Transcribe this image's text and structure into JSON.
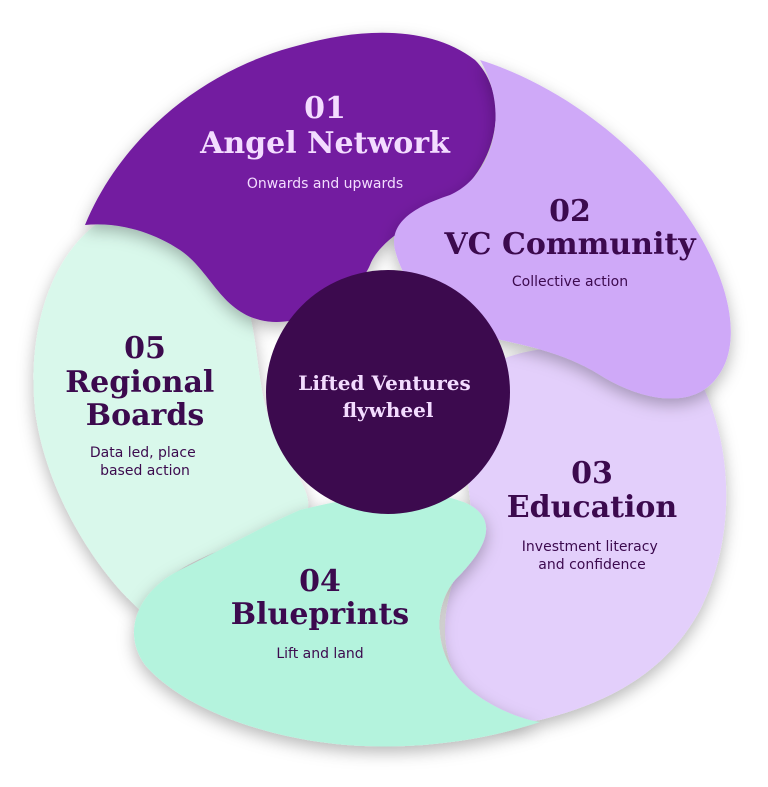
{
  "center": {
    "line1": "Lifted Ventures",
    "line2": "flywheel"
  },
  "segments": [
    {
      "number": "01",
      "title": "Angel Network",
      "tagline": [
        "Onwards and upwards"
      ]
    },
    {
      "number": "02",
      "title": "VC Community",
      "tagline": [
        "Collective action"
      ]
    },
    {
      "number": "03",
      "title": "Education",
      "tagline": [
        "Investment literacy",
        "and confidence"
      ]
    },
    {
      "number": "04",
      "title": "Blueprints",
      "tagline": [
        "Lift and land"
      ]
    },
    {
      "number": "05",
      "title_lines": [
        "Regional",
        "Boards"
      ],
      "tagline": [
        "Data led, place",
        "based action"
      ]
    }
  ],
  "colors": {
    "angel": "#731aa0",
    "vc": "#cfa9f8",
    "education": "#e3cffb",
    "blueprints": "#b4f3dd",
    "regional": "#d9f8eb",
    "center": "#3c0a4e",
    "text_light": "#f3dcff",
    "text_dark": "#3c0a4e"
  }
}
